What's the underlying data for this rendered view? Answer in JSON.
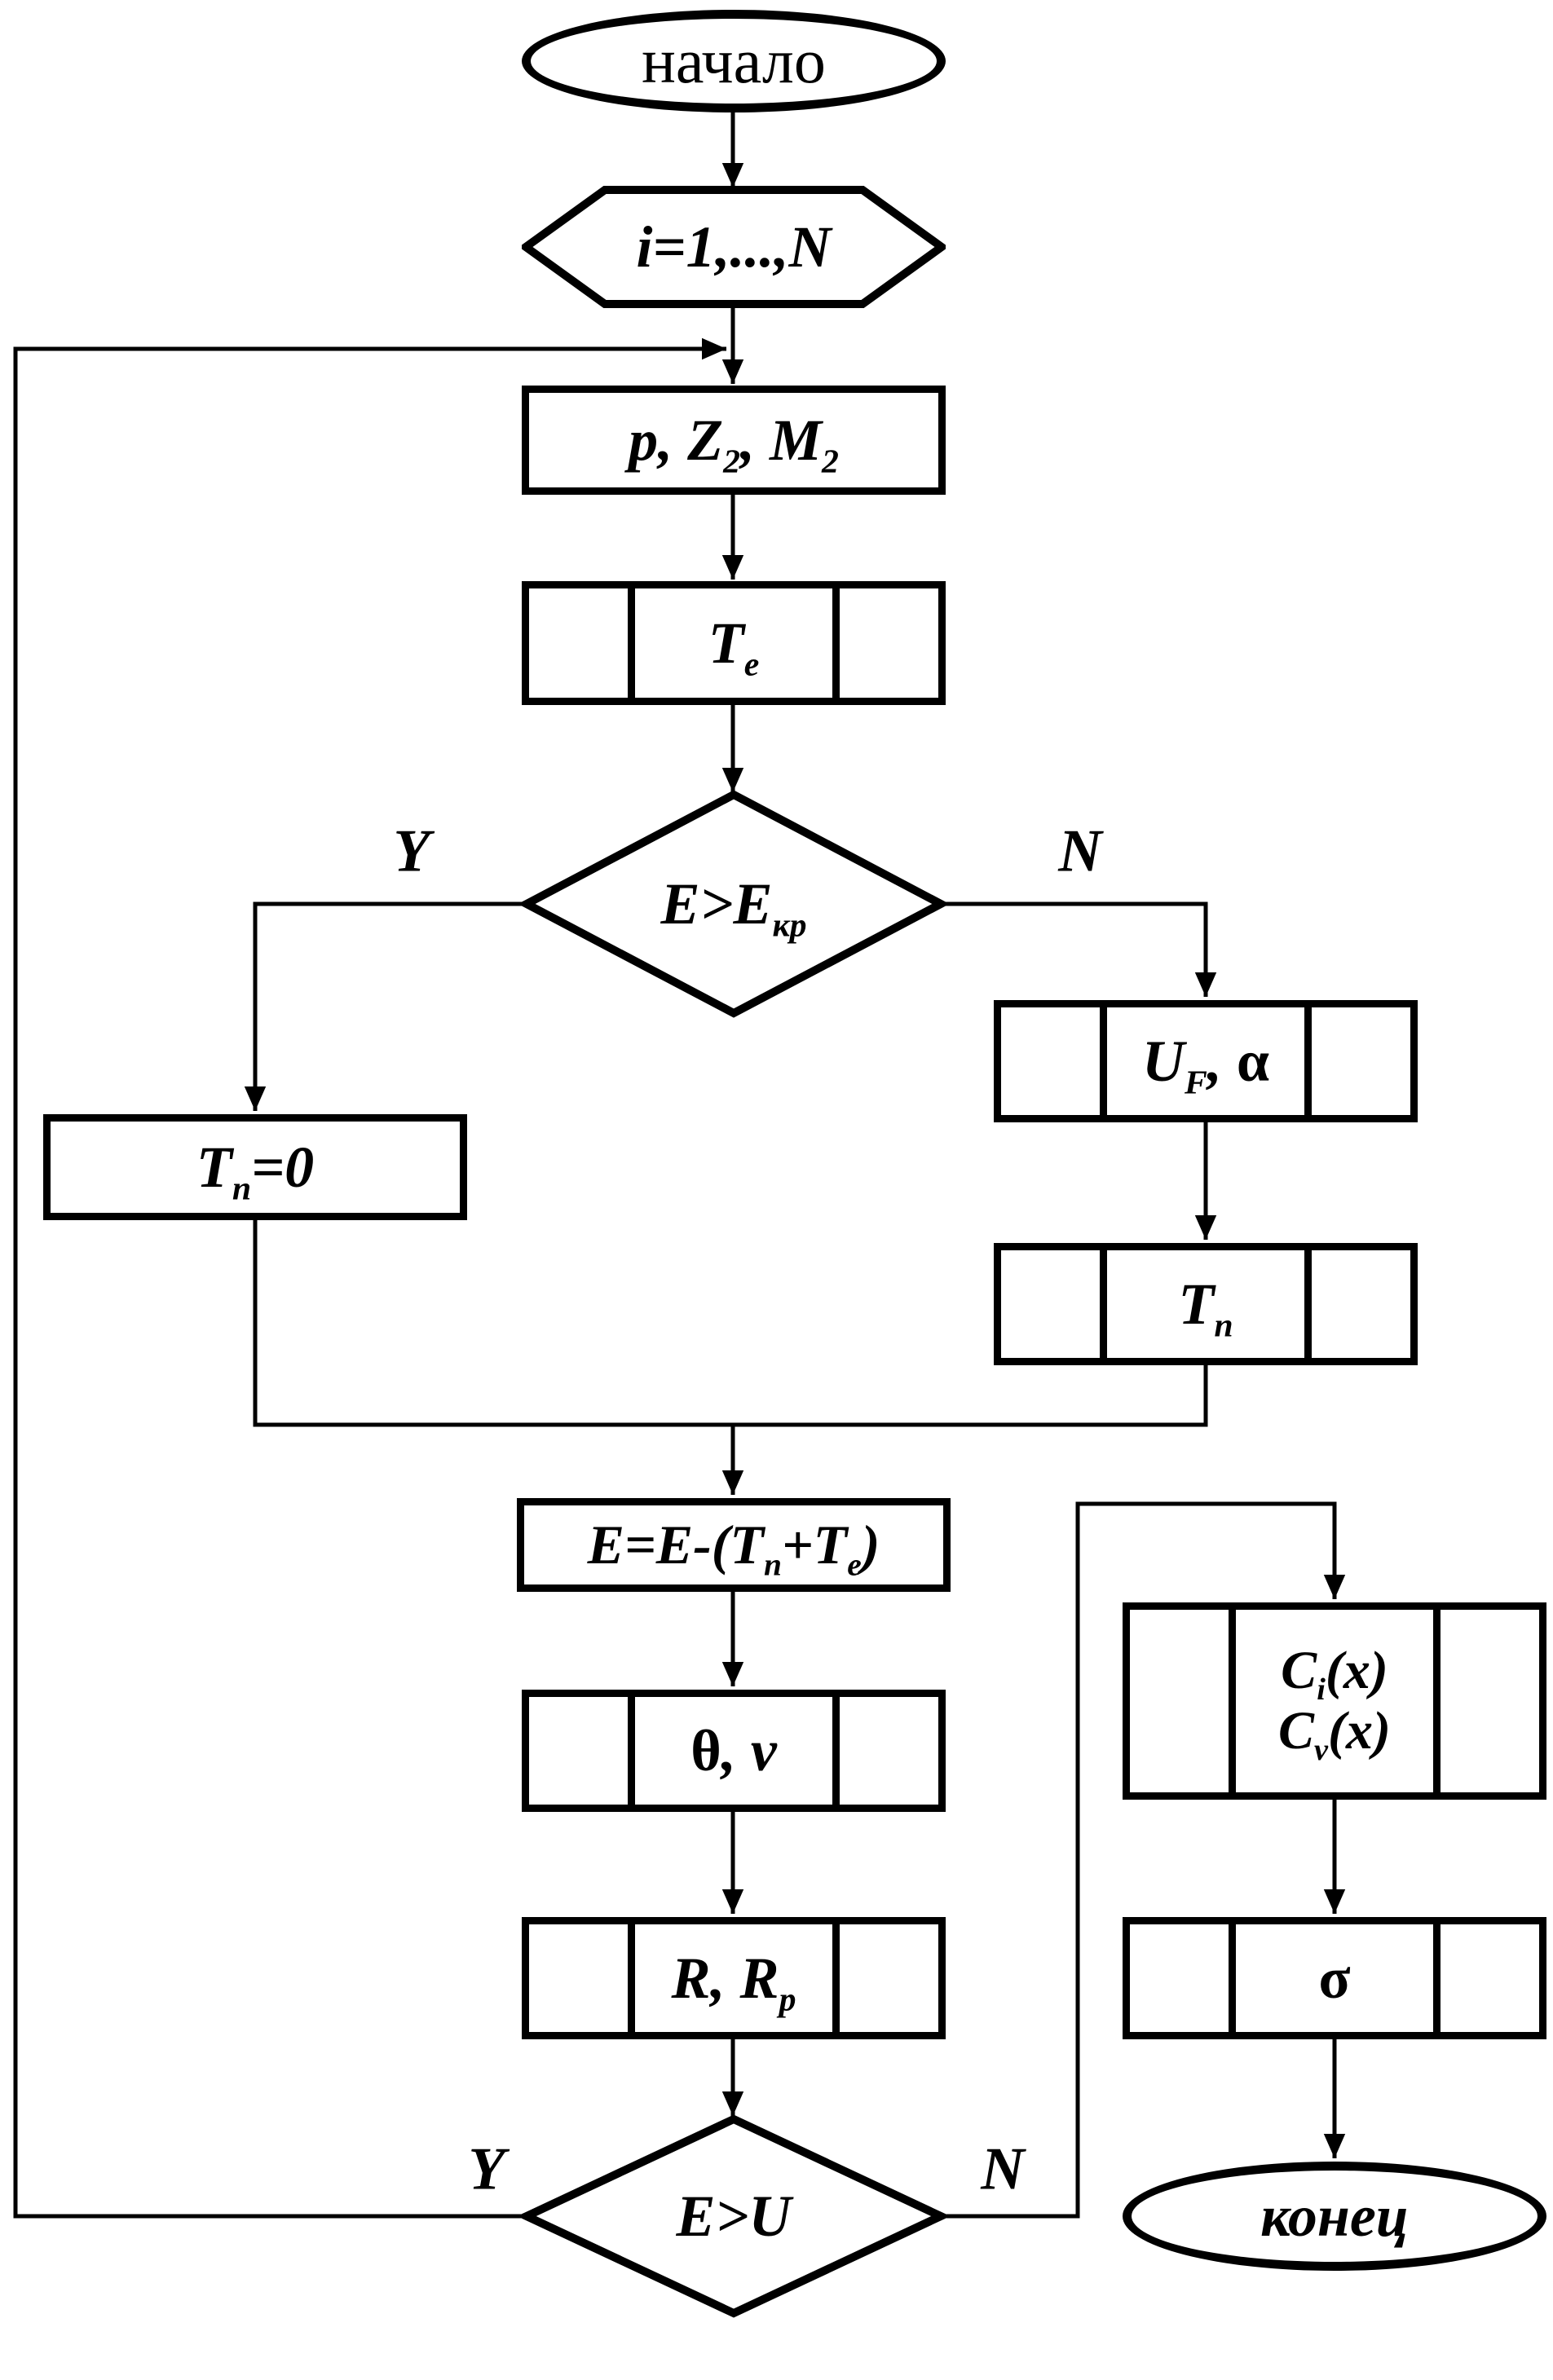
{
  "colors": {
    "stroke": "#000000",
    "background": "#ffffff",
    "text": "#000000"
  },
  "nodes": {
    "start": {
      "label": "начало"
    },
    "loop": {
      "label": "i=1,...,N"
    },
    "input": {
      "p1": "p, Z",
      "s1": "2",
      "p2": ", M",
      "s2": "2"
    },
    "te": {
      "p1": "T",
      "s1": "e"
    },
    "decision_e": {
      "p1": "E>E",
      "s1": "кр"
    },
    "tn_zero": {
      "p1": "T",
      "s1": "n",
      "p2": "=0"
    },
    "uf": {
      "p1": "U",
      "s1": "F",
      "p2": ", ",
      "greek": "α"
    },
    "tn": {
      "p1": "T",
      "s1": "n"
    },
    "update": {
      "p1": "E=E-(T",
      "s1": "n",
      "p2": "+T",
      "s2": "e",
      "p3": ")"
    },
    "theta_v": {
      "greek": "θ",
      "p1": ", v"
    },
    "r": {
      "p1": "R, R",
      "s1": "p"
    },
    "decision_u": {
      "label": "E>U"
    },
    "c": {
      "l1p1": "C",
      "l1s1": "i",
      "l1p2": "(x)",
      "l2p1": "C",
      "l2s1": "v",
      "l2p2": "(x)"
    },
    "sigma": {
      "greek": "σ"
    },
    "end": {
      "label": "конец"
    }
  },
  "branches": {
    "e_yes": "Y",
    "e_no": "N",
    "u_yes": "Y",
    "u_no": "N"
  }
}
